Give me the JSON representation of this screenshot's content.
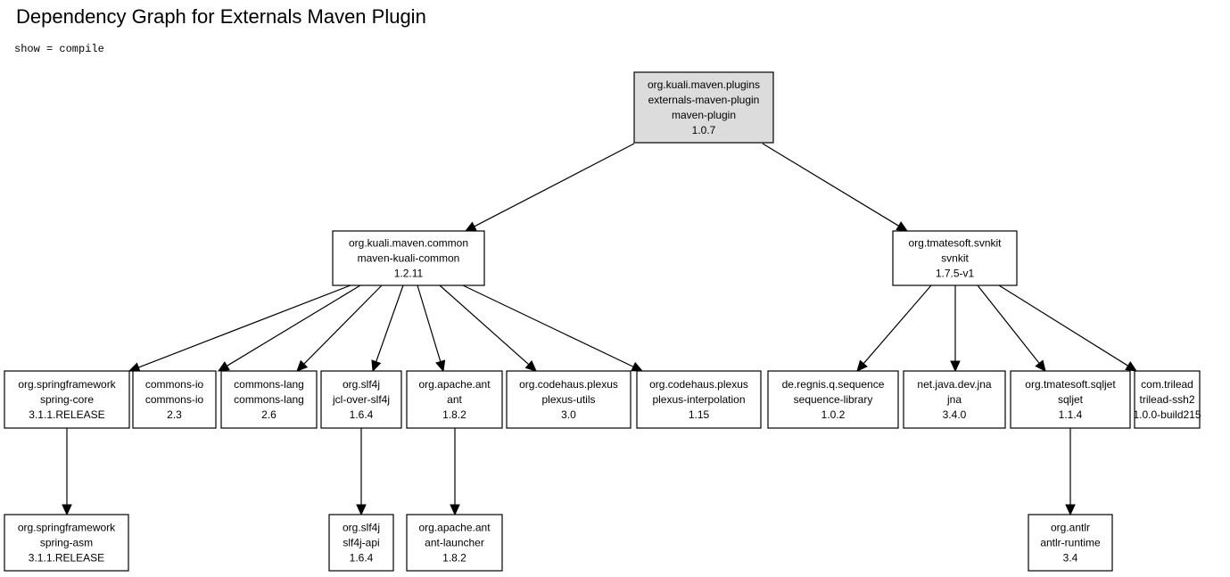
{
  "title": "Dependency Graph for Externals Maven Plugin",
  "filter": "show = compile",
  "colors": {
    "root_fill": "#dcdcdc",
    "node_fill": "#ffffff",
    "stroke": "#000000"
  },
  "nodes": [
    {
      "id": "root",
      "lines": [
        "org.kuali.maven.plugins",
        "externals-maven-plugin",
        "maven-plugin",
        "1.0.7"
      ],
      "root": true
    },
    {
      "id": "kuali-common",
      "lines": [
        "org.kuali.maven.common",
        "maven-kuali-common",
        "1.2.11"
      ]
    },
    {
      "id": "svnkit",
      "lines": [
        "org.tmatesoft.svnkit",
        "svnkit",
        "1.7.5-v1"
      ]
    },
    {
      "id": "spring-core",
      "lines": [
        "org.springframework",
        "spring-core",
        "3.1.1.RELEASE"
      ]
    },
    {
      "id": "commons-io",
      "lines": [
        "commons-io",
        "commons-io",
        "2.3"
      ]
    },
    {
      "id": "commons-lang",
      "lines": [
        "commons-lang",
        "commons-lang",
        "2.6"
      ]
    },
    {
      "id": "jcl-over-slf4j",
      "lines": [
        "org.slf4j",
        "jcl-over-slf4j",
        "1.6.4"
      ]
    },
    {
      "id": "ant",
      "lines": [
        "org.apache.ant",
        "ant",
        "1.8.2"
      ]
    },
    {
      "id": "plexus-utils",
      "lines": [
        "org.codehaus.plexus",
        "plexus-utils",
        "3.0"
      ]
    },
    {
      "id": "plexus-interpolation",
      "lines": [
        "org.codehaus.plexus",
        "plexus-interpolation",
        "1.15"
      ]
    },
    {
      "id": "sequence-library",
      "lines": [
        "de.regnis.q.sequence",
        "sequence-library",
        "1.0.2"
      ]
    },
    {
      "id": "jna",
      "lines": [
        "net.java.dev.jna",
        "jna",
        "3.4.0"
      ]
    },
    {
      "id": "sqljet",
      "lines": [
        "org.tmatesoft.sqljet",
        "sqljet",
        "1.1.4"
      ]
    },
    {
      "id": "trilead-ssh2",
      "lines": [
        "com.trilead",
        "trilead-ssh2",
        "1.0.0-build215"
      ]
    },
    {
      "id": "spring-asm",
      "lines": [
        "org.springframework",
        "spring-asm",
        "3.1.1.RELEASE"
      ]
    },
    {
      "id": "slf4j-api",
      "lines": [
        "org.slf4j",
        "slf4j-api",
        "1.6.4"
      ]
    },
    {
      "id": "ant-launcher",
      "lines": [
        "org.apache.ant",
        "ant-launcher",
        "1.8.2"
      ]
    },
    {
      "id": "antlr-runtime",
      "lines": [
        "org.antlr",
        "antlr-runtime",
        "3.4"
      ]
    }
  ],
  "edges": [
    [
      "root",
      "kuali-common"
    ],
    [
      "root",
      "svnkit"
    ],
    [
      "kuali-common",
      "spring-core"
    ],
    [
      "kuali-common",
      "commons-io"
    ],
    [
      "kuali-common",
      "commons-lang"
    ],
    [
      "kuali-common",
      "jcl-over-slf4j"
    ],
    [
      "kuali-common",
      "ant"
    ],
    [
      "kuali-common",
      "plexus-utils"
    ],
    [
      "kuali-common",
      "plexus-interpolation"
    ],
    [
      "svnkit",
      "sequence-library"
    ],
    [
      "svnkit",
      "jna"
    ],
    [
      "svnkit",
      "sqljet"
    ],
    [
      "svnkit",
      "trilead-ssh2"
    ],
    [
      "spring-core",
      "spring-asm"
    ],
    [
      "jcl-over-slf4j",
      "slf4j-api"
    ],
    [
      "ant",
      "ant-launcher"
    ],
    [
      "sqljet",
      "antlr-runtime"
    ]
  ]
}
